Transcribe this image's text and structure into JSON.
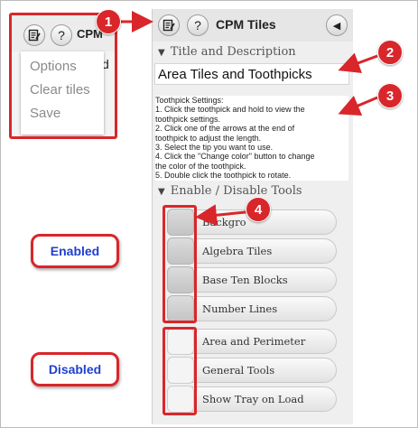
{
  "inset": {
    "title": "CPM",
    "bg_text": "d",
    "menu": [
      "Options",
      "Clear tiles",
      "Save"
    ]
  },
  "toolbar": {
    "title": "CPM Tiles",
    "help_icon": "question-mark-icon",
    "edit_icon": "edit-notes-icon",
    "back_icon": "left-triangle-icon"
  },
  "sections": {
    "title_and_description": "Title and Description",
    "enable_disable": "Enable / Disable Tools"
  },
  "title_value": "Area Tiles and Toothpicks",
  "settings_lines": [
    "Toothpick Settings:",
    "1.  Click the toothpick and hold to view the",
    "toothpick settings.",
    "2.  Click one of the arrows at the end of",
    "toothpick to adjust the length.",
    "3.  Select the tip you want to use.",
    "4.  Click the \"Change color\" button to change",
    "the color of the toothpick.",
    "5.  Double click the toothpick to rotate."
  ],
  "tools": [
    {
      "label": "Backgro",
      "enabled": true
    },
    {
      "label": "Algebra Tiles",
      "enabled": true
    },
    {
      "label": "Base Ten Blocks",
      "enabled": true
    },
    {
      "label": "Number Lines",
      "enabled": true
    },
    {
      "label": "Area and Perimeter",
      "enabled": false
    },
    {
      "label": "General Tools",
      "enabled": false
    },
    {
      "label": "Show Tray on Load",
      "enabled": false
    }
  ],
  "callouts": {
    "badge1": "1",
    "badge2": "2",
    "badge3": "3",
    "badge4": "4",
    "enabled_label": "Enabled",
    "disabled_label": "Disabled"
  },
  "colors": {
    "accent_red": "#d9262a",
    "label_blue": "#1f3fd0"
  }
}
